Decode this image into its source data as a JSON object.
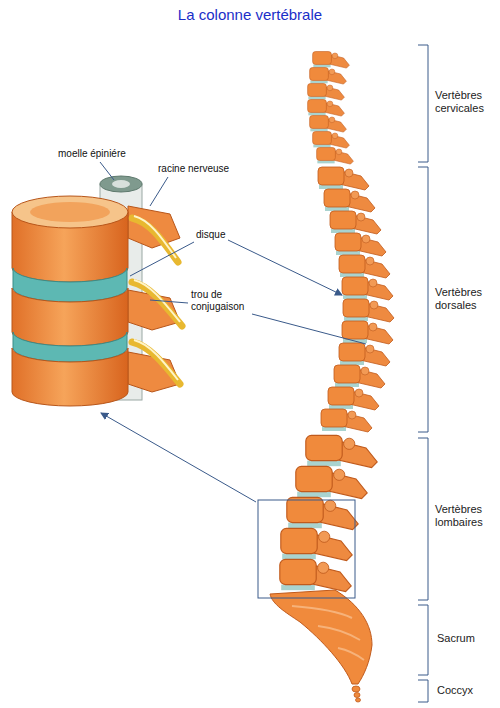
{
  "diagram": {
    "title": "La colonne vertébrale",
    "labels": [
      "moelle épiniére",
      "racine nerveuse",
      "disque",
      "trou de conjugaison",
      "Vertèbres cervicales",
      "Vertèbres dorsales",
      "Vertèbres lombaires",
      "Sacrum",
      "Coccyx"
    ]
  }
}
